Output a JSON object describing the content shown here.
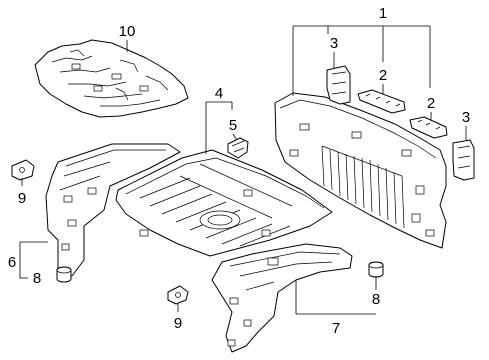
{
  "callouts": {
    "c1": "1",
    "c2a": "2",
    "c2b": "2",
    "c3a": "3",
    "c3b": "3",
    "c4": "4",
    "c5": "5",
    "c6": "6",
    "c7": "7",
    "c8a": "8",
    "c8b": "8",
    "c9a": "9",
    "c9b": "9",
    "c10": "10"
  }
}
